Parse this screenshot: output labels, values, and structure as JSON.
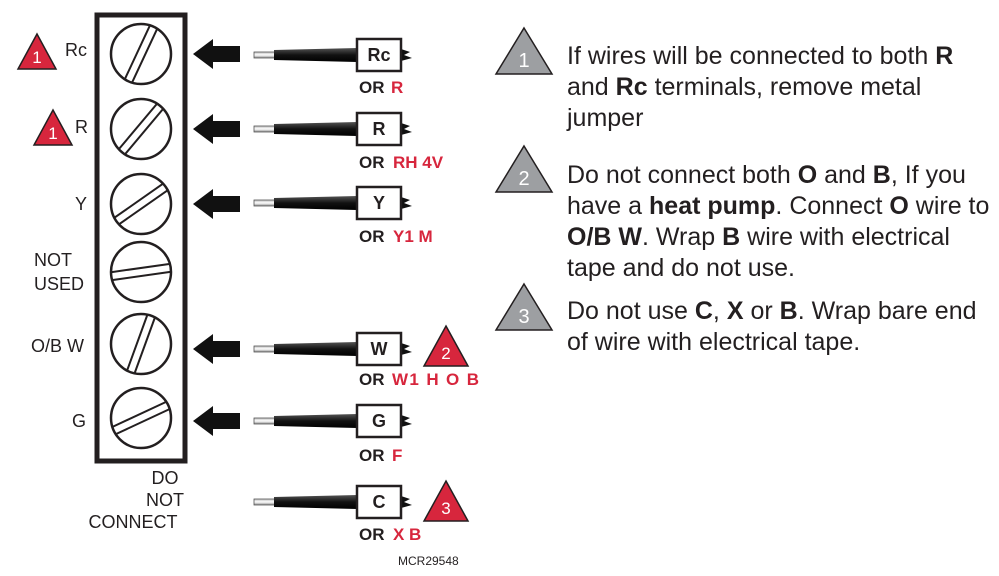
{
  "colors": {
    "warning_red": "#d7263d",
    "note_gray": "#9d9fa2",
    "ink": "#231f20"
  },
  "terminals": [
    {
      "label": "Rc",
      "badge": "1"
    },
    {
      "label": "R",
      "badge": "1"
    },
    {
      "label": "Y",
      "badge": ""
    },
    {
      "label_line1": "NOT",
      "label_line2": "USED",
      "badge": ""
    },
    {
      "label": "O/B W",
      "badge": ""
    },
    {
      "label": "G",
      "badge": ""
    }
  ],
  "do_not_connect": [
    "DO",
    "NOT",
    "CONNECT"
  ],
  "wires": [
    {
      "box": "Rc",
      "or": "OR",
      "alt": "R",
      "badge": ""
    },
    {
      "box": "R",
      "or": "OR",
      "alt": "RH 4V",
      "badge": ""
    },
    {
      "box": "Y",
      "or": "OR",
      "alt": "Y1 M",
      "badge": ""
    },
    {
      "box": "W",
      "or": "OR",
      "alt": "W1 H O B",
      "badge": "2"
    },
    {
      "box": "G",
      "or": "OR",
      "alt": "F",
      "badge": ""
    },
    {
      "box": "C",
      "or": "OR",
      "alt": "X B",
      "badge": "3"
    }
  ],
  "notes": [
    {
      "number": "1",
      "parts": [
        "If wires will be connected to both ",
        "R",
        " and ",
        "Rc",
        " terminals, remove metal jumper"
      ]
    },
    {
      "number": "2",
      "parts": [
        "Do not connect both ",
        "O",
        " and ",
        "B",
        ", If you have a ",
        "heat pump",
        ". Connect ",
        "O",
        " wire to ",
        "O/B W",
        ". Wrap ",
        "B",
        " wire with electrical tape and do not use."
      ]
    },
    {
      "number": "3",
      "parts": [
        "Do not use ",
        "C",
        ", ",
        "X",
        " or ",
        "B",
        ". Wrap bare end of wire with electrical tape."
      ]
    }
  ],
  "figure_code": "MCR29548"
}
